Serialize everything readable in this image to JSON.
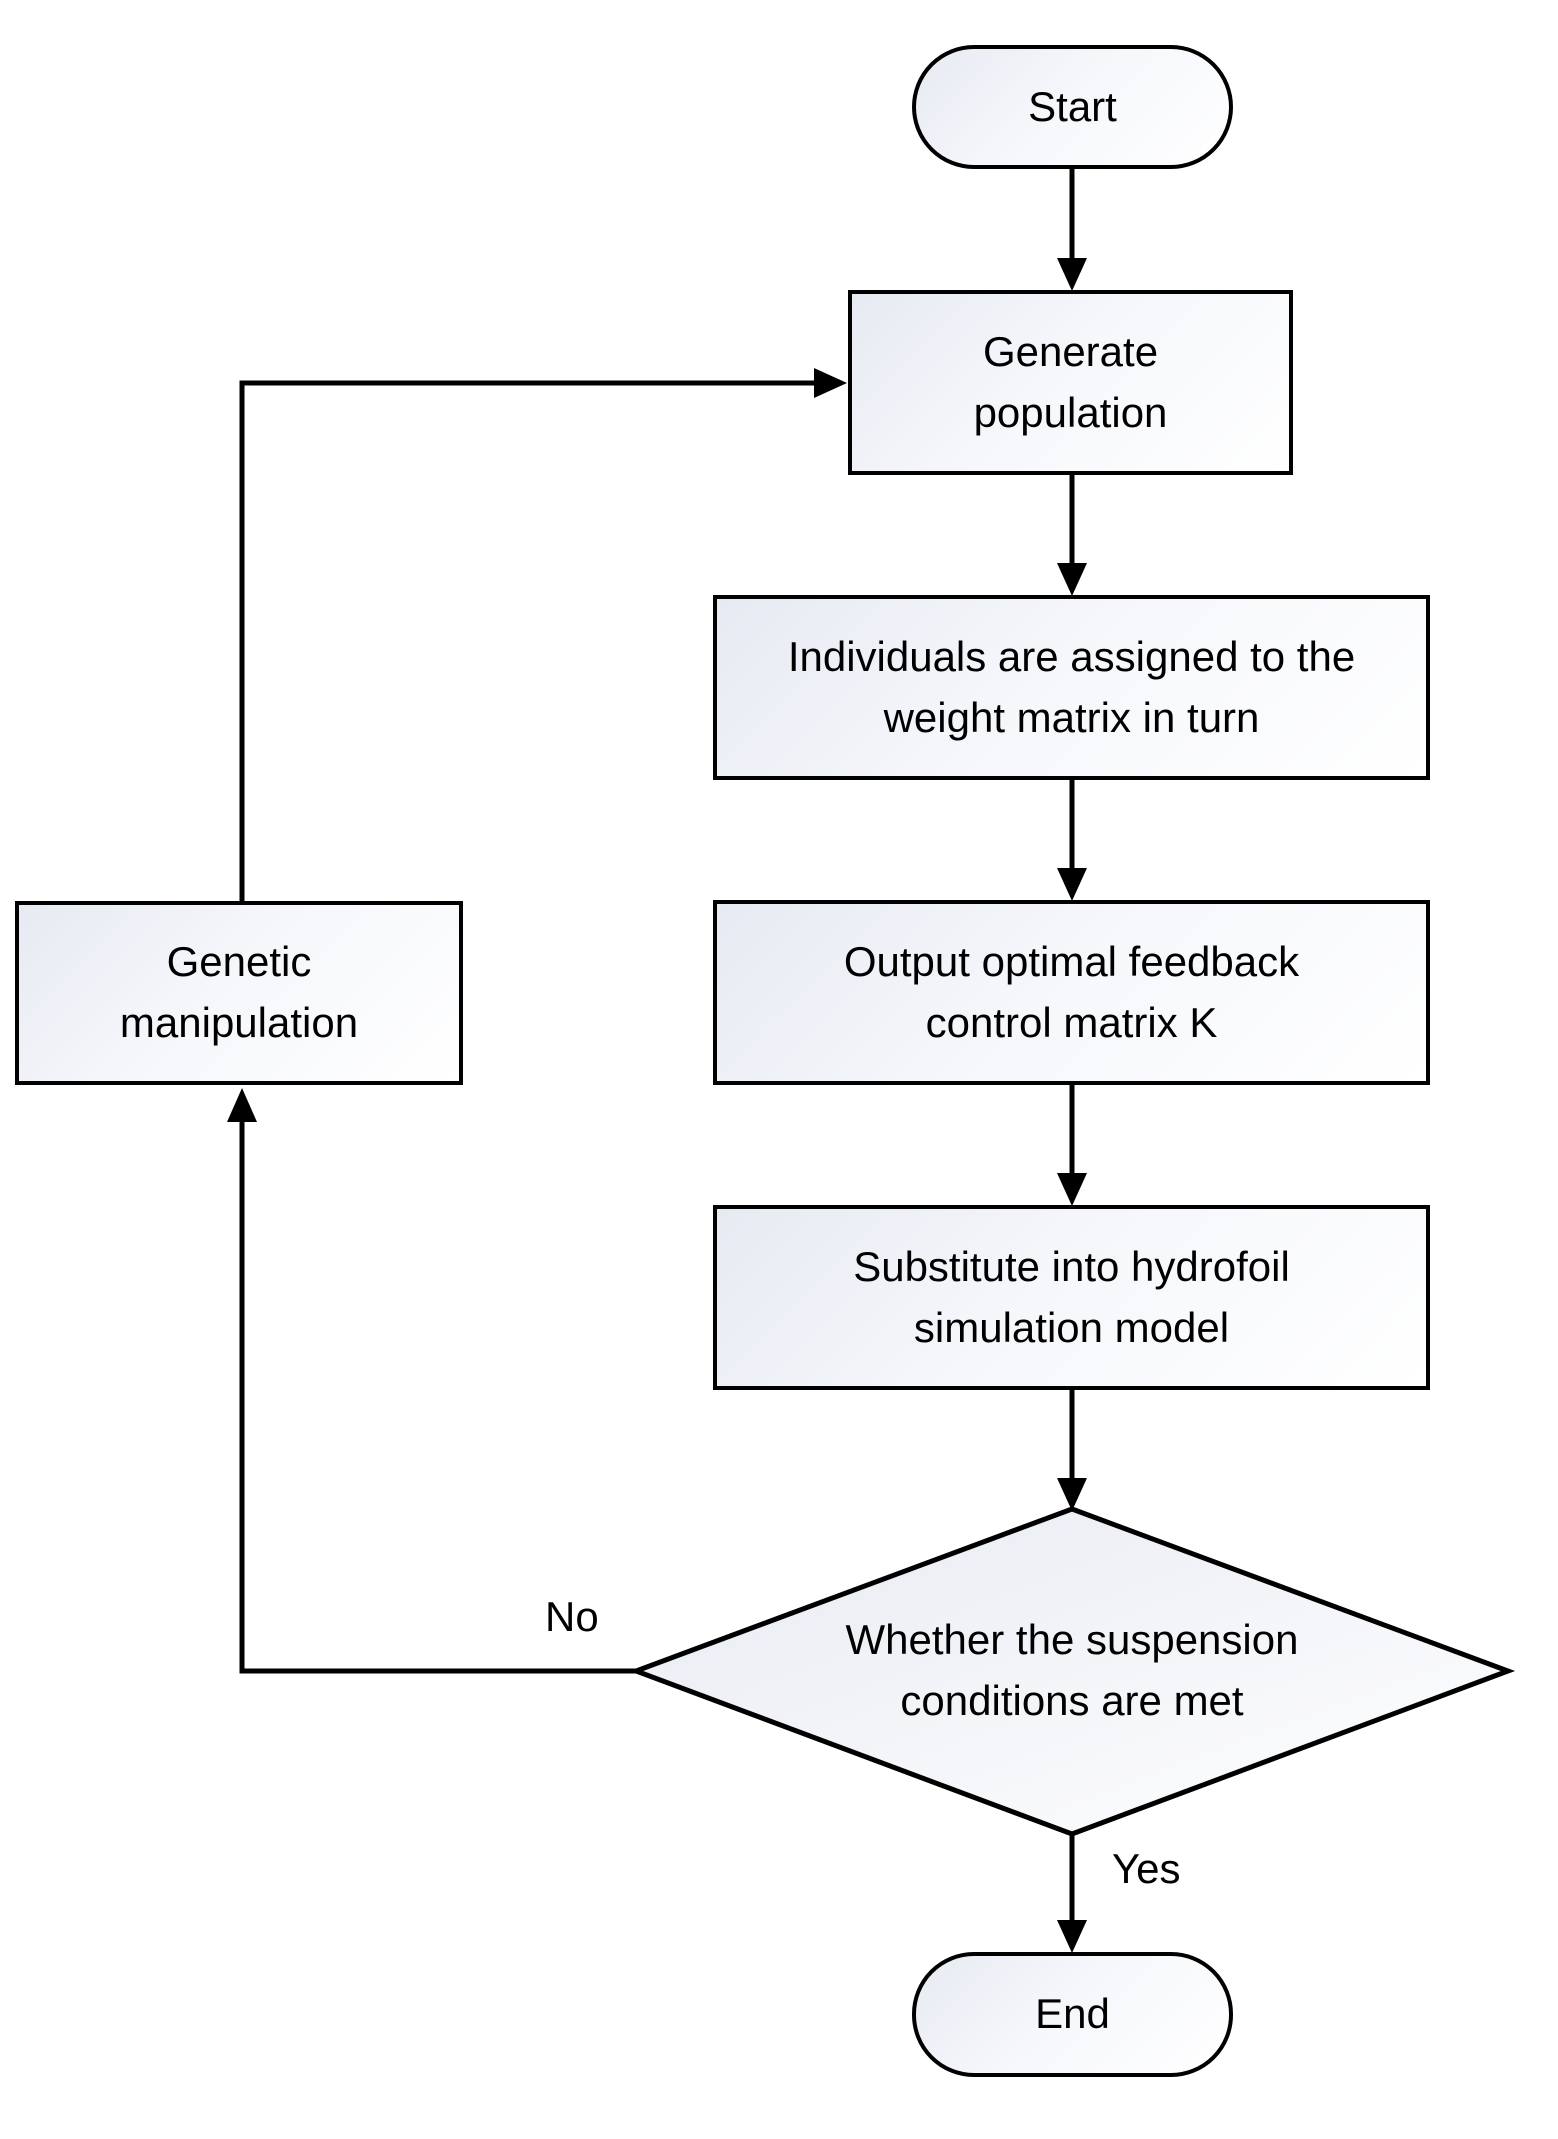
{
  "flow": {
    "nodes": {
      "start": {
        "label": "Start"
      },
      "generate": {
        "label": "Generate population"
      },
      "assign": {
        "label": "Individuals are assigned to the weight matrix in turn"
      },
      "output": {
        "label": "Output optimal feedback control matrix K"
      },
      "substitute": {
        "label": "Substitute into hydrofoil simulation model"
      },
      "genetic": {
        "label": "Genetic manipulation"
      },
      "decision": {
        "label": "Whether the suspension conditions are met"
      },
      "end": {
        "label": "End"
      }
    },
    "edges": {
      "no_label": "No",
      "yes_label": "Yes"
    },
    "colors": {
      "border": "#000000",
      "fill-light": "#e7eaf2",
      "fill-white": "#ffffff",
      "text": "#000000",
      "bg": "#ffffff"
    }
  }
}
